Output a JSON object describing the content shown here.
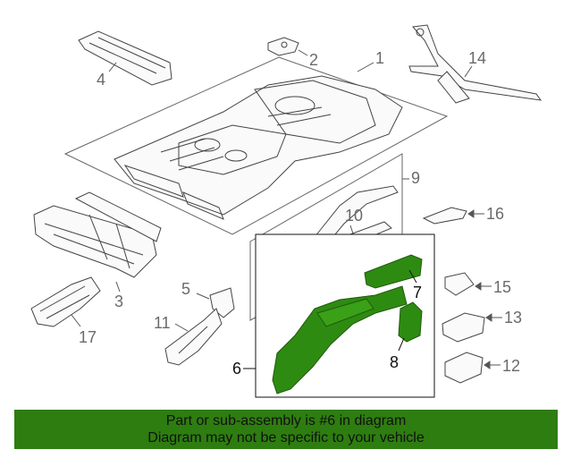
{
  "diagram": {
    "callouts": [
      {
        "id": "1",
        "text": "1"
      },
      {
        "id": "2",
        "text": "2"
      },
      {
        "id": "3",
        "text": "3"
      },
      {
        "id": "4",
        "text": "4"
      },
      {
        "id": "5",
        "text": "5"
      },
      {
        "id": "6",
        "text": "6"
      },
      {
        "id": "7",
        "text": "7"
      },
      {
        "id": "8",
        "text": "8"
      },
      {
        "id": "9",
        "text": "9"
      },
      {
        "id": "10",
        "text": "10"
      },
      {
        "id": "11",
        "text": "11"
      },
      {
        "id": "12",
        "text": "12"
      },
      {
        "id": "13",
        "text": "13"
      },
      {
        "id": "14",
        "text": "14"
      },
      {
        "id": "15",
        "text": "15"
      },
      {
        "id": "16",
        "text": "16"
      },
      {
        "id": "17",
        "text": "17"
      }
    ],
    "highlight_color": "#2e8b12"
  },
  "footer": {
    "line1": "Part or sub-assembly is #6 in diagram",
    "line2": "Diagram may not be specific to your vehicle",
    "background": "#2e7d10"
  }
}
